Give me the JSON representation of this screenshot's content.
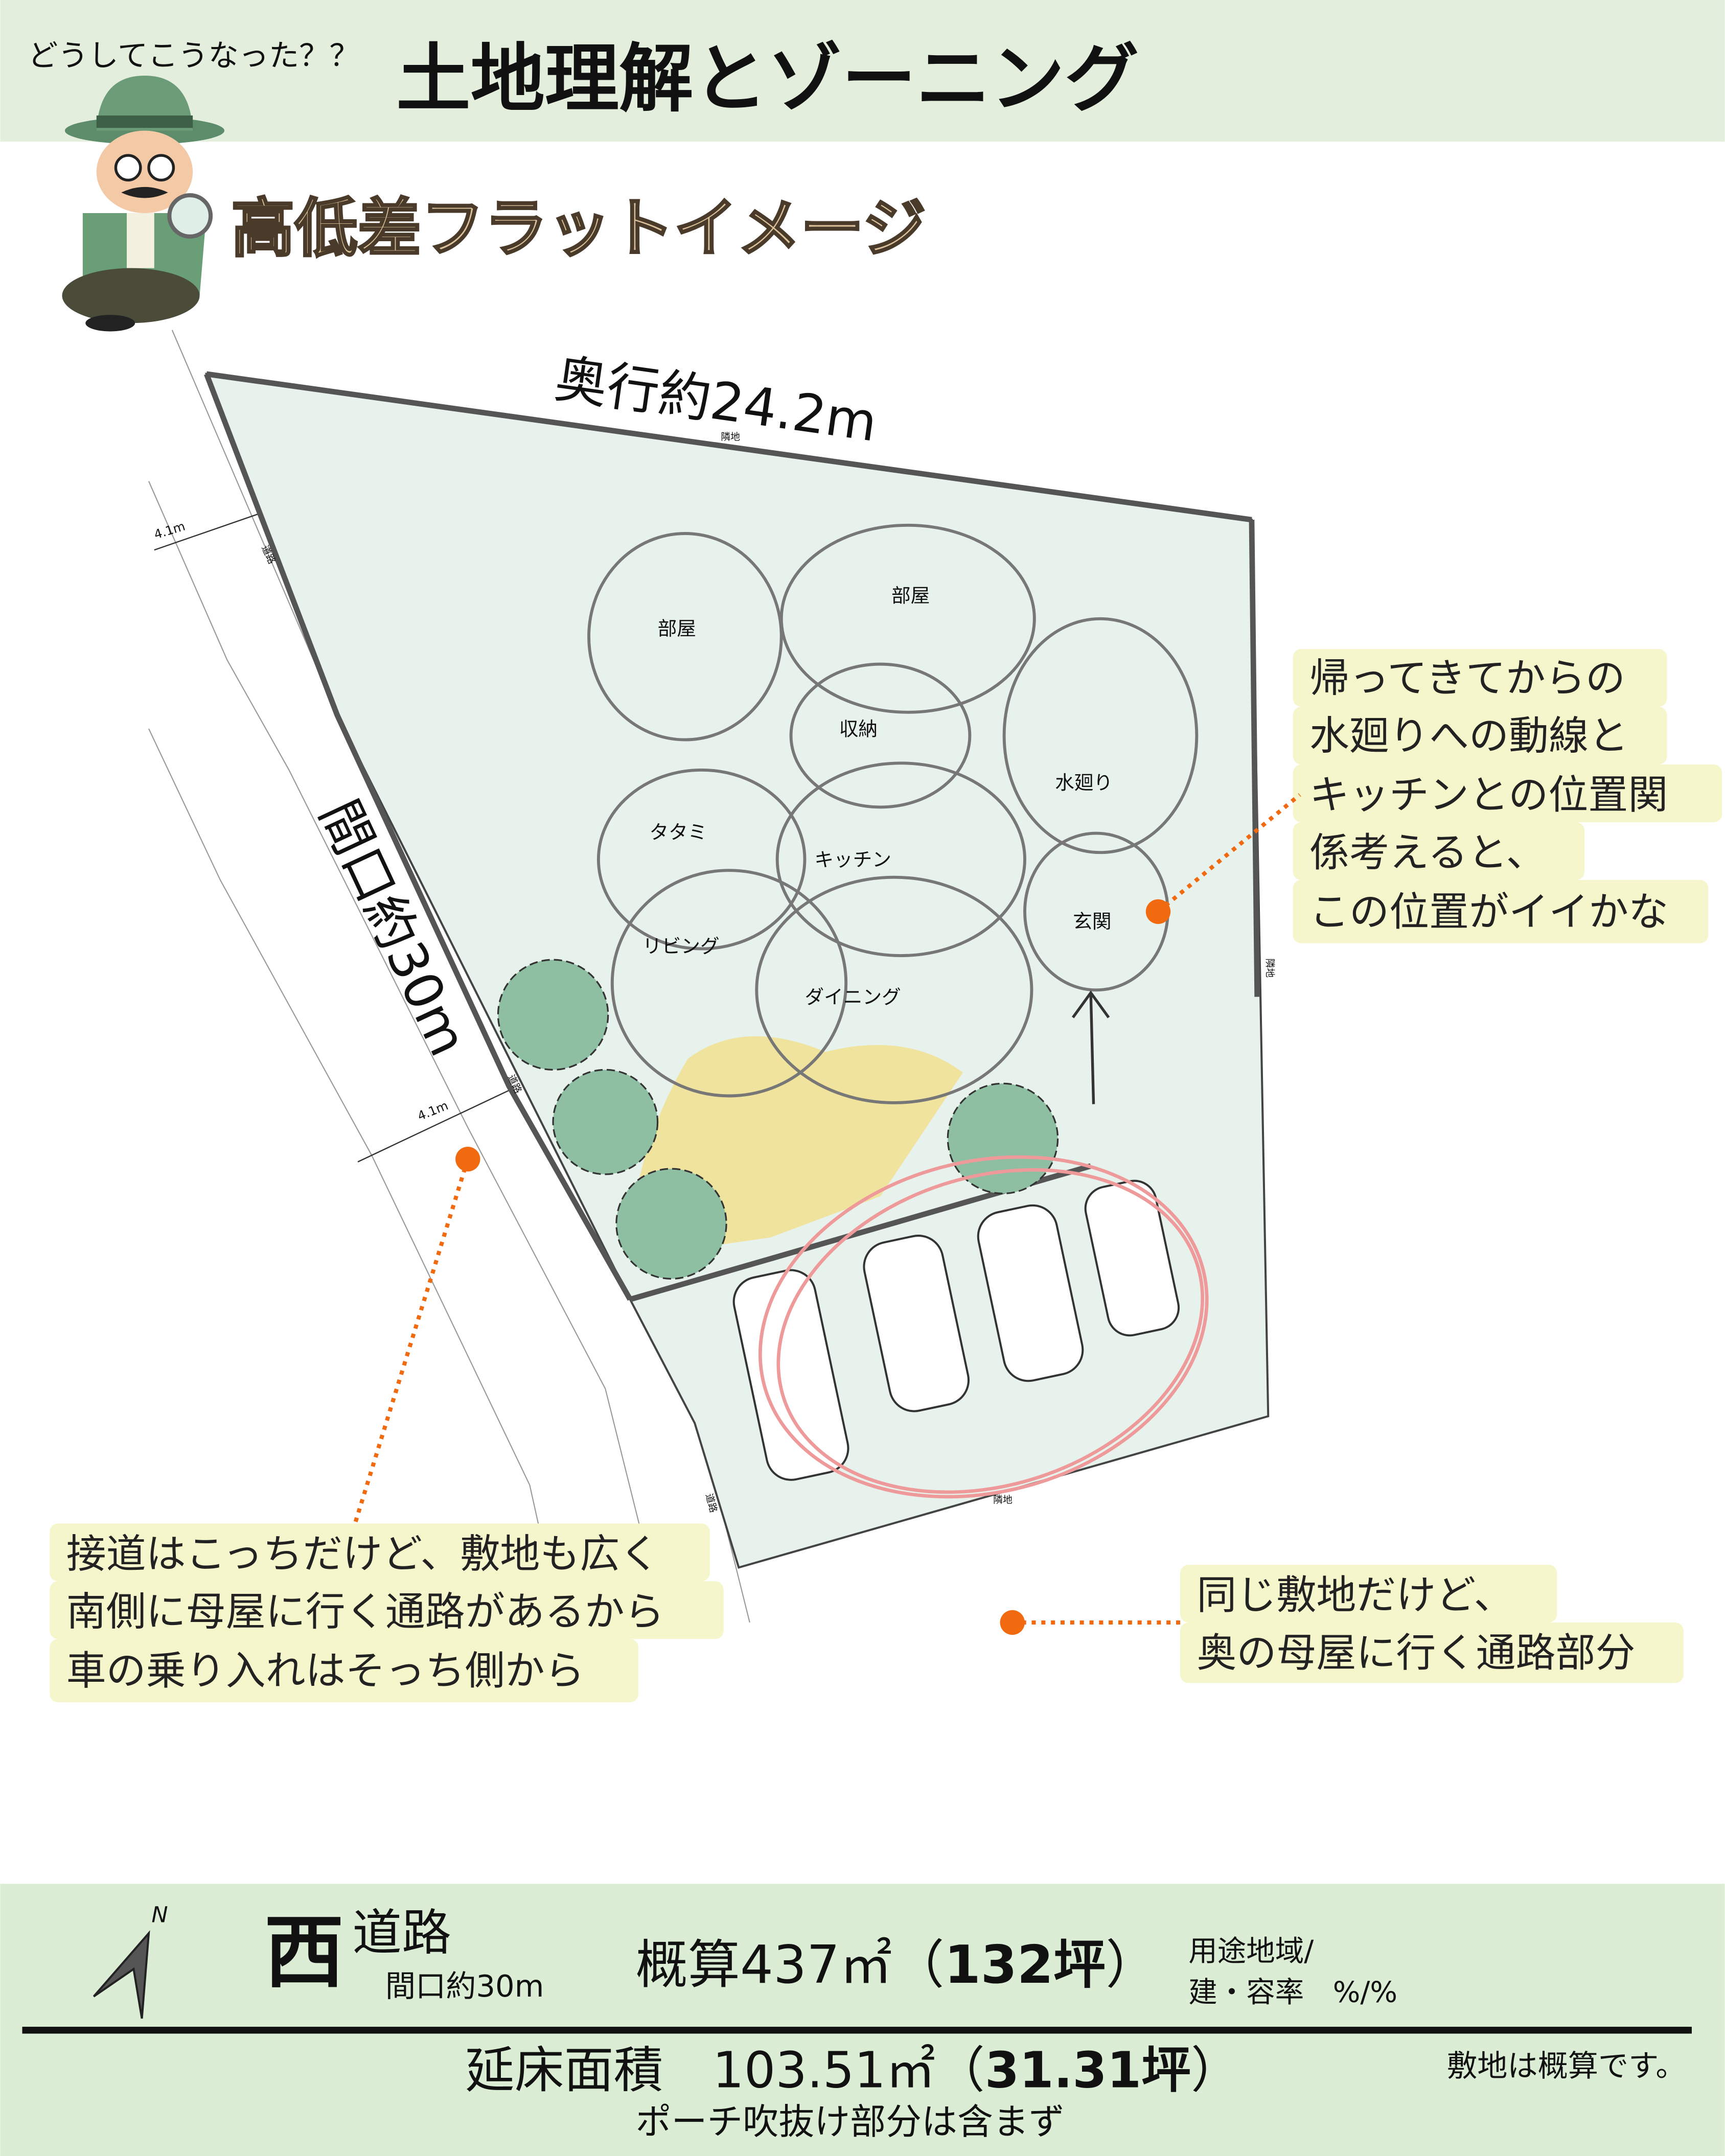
{
  "header": {
    "kicker": "どうしてこうなった？？",
    "title": "土地理解とゾーニング"
  },
  "subtitle": "高低差フラットイメージ",
  "site": {
    "depth_label": "奥行約24.2m",
    "frontage_label": "間口約30m",
    "road_width_1": "4.1m",
    "road_width_2": "4.1m",
    "neighbor_labels": [
      "隣地",
      "隣地",
      "隣地"
    ],
    "road_labels": [
      "道路",
      "道路",
      "道路"
    ]
  },
  "rooms": [
    "部屋",
    "部屋",
    "収納",
    "水廻り",
    "タタミ",
    "キッチン",
    "玄関",
    "リビング",
    "ダイニング"
  ],
  "callouts": {
    "entrance": [
      "帰ってきてからの",
      "水廻りへの動線と",
      "キッチンとの位置関",
      "係考えると、",
      "この位置がイイかな"
    ],
    "road": [
      "接道はこっちだけど、敷地も広く",
      "南側に母屋に行く通路があるから",
      "車の乗り入れはそっち側から"
    ],
    "passage": [
      "同じ敷地だけど、",
      "奥の母屋に行く通路部分"
    ]
  },
  "footer": {
    "compass": "N",
    "direction": "西",
    "road": "道路",
    "frontage": "間口約30m",
    "area": "概算437㎡（",
    "area_tsubo": "132坪",
    "area_close": "）",
    "zoning_1": "用途地域/",
    "zoning_2": "建・容率　%/%",
    "floor_area": "延床面積　103.51㎡（",
    "floor_tsubo": "31.31坪",
    "floor_close": "）",
    "floor_note": "ポーチ吹抜け部分は含まず",
    "note": "敷地は概算です。"
  },
  "colors": {
    "header_bg": "#e3eedd",
    "footer_bg": "#dbeed5",
    "lot": "#e8f2ec",
    "accent": "#f26a10",
    "callout": "#f6f6cc"
  }
}
